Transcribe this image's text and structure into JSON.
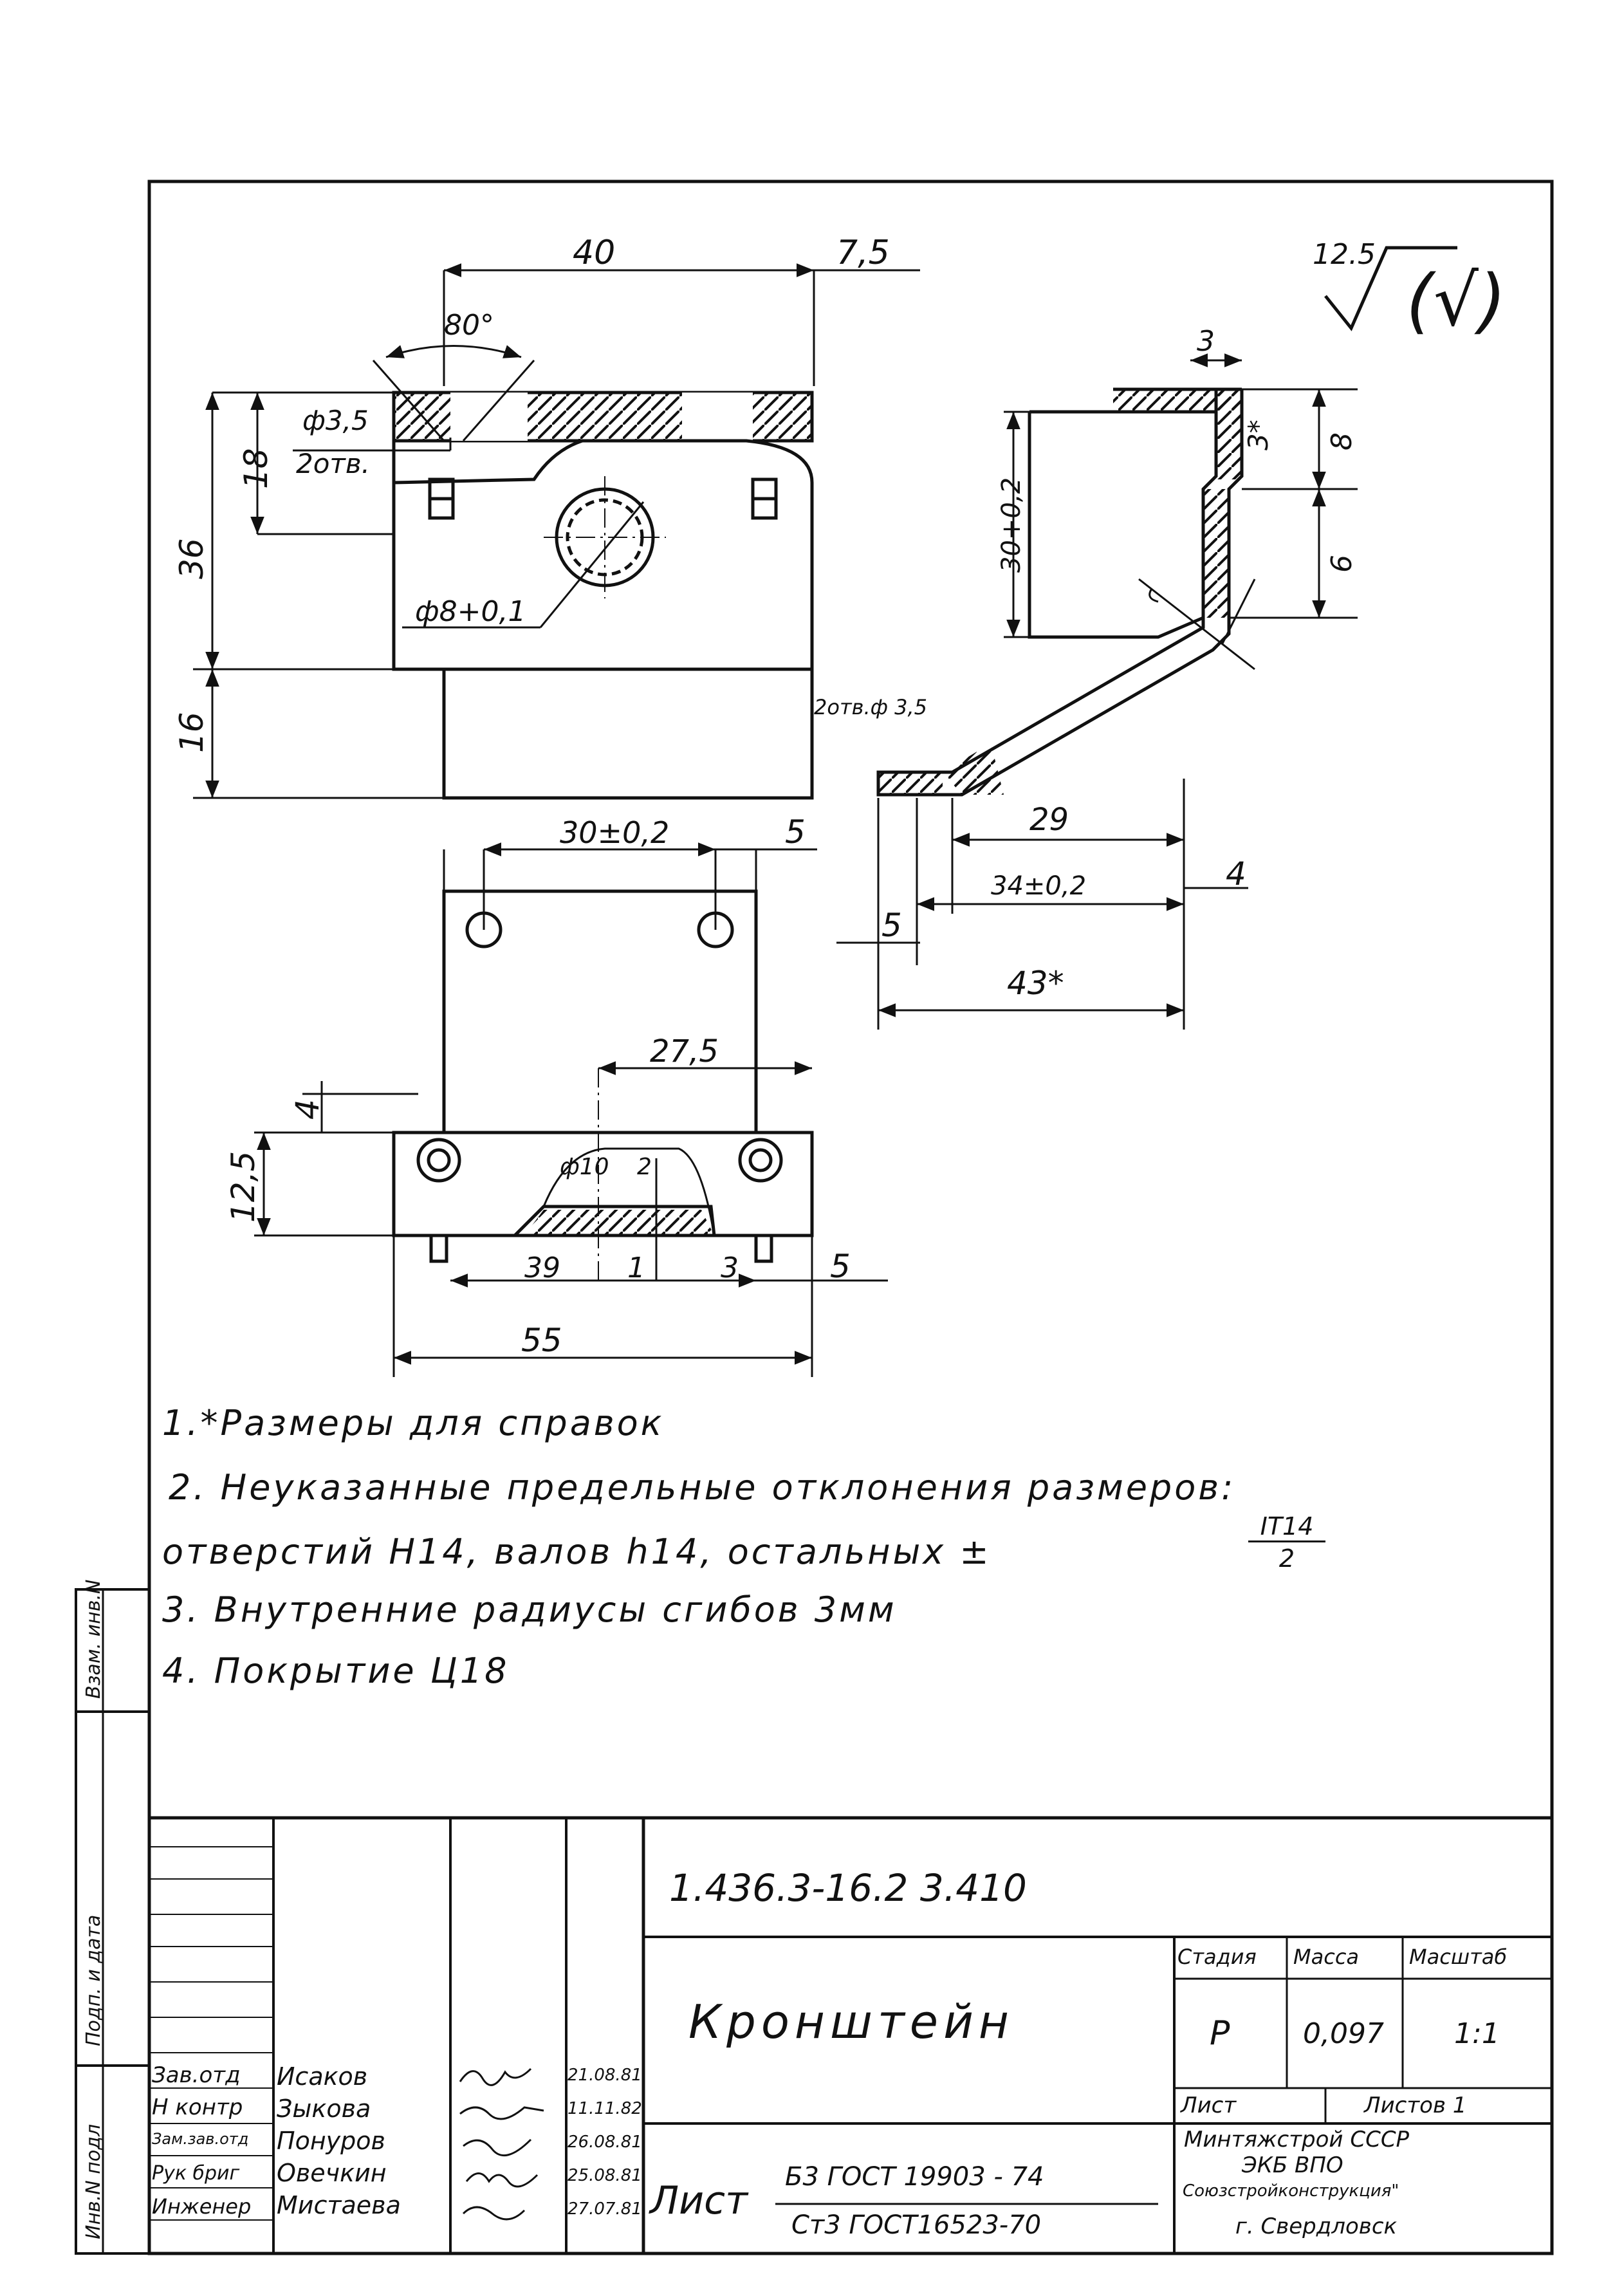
{
  "roughness": {
    "value": "12.5",
    "general": "(√)"
  },
  "dims": {
    "d40": "40",
    "d7_5": "7,5",
    "d80": "80°",
    "hole35": "ф3,5",
    "holes2": "2отв.",
    "d18": "18",
    "d36": "36",
    "d16": "16",
    "d8": "ф8+0,1",
    "d3": "3",
    "d3s": "3*",
    "d8v": "8",
    "d6": "6",
    "d30": "30+0,2",
    "holesSide": "2отв.ф 3,5",
    "d29": "29",
    "d34": "34±0,2",
    "d4a": "4",
    "d5a": "5",
    "d43": "43*",
    "d30b": "30±0,2",
    "d5b": "5",
    "d27_5": "27,5",
    "d4b": "4",
    "d12_5": "12,5",
    "d10": "ф10",
    "d2": "2",
    "d39": "39",
    "d1": "1",
    "d3b": "3",
    "d5c": "5",
    "d55": "55"
  },
  "notes": {
    "n1": "1.*Размеры для справок",
    "n2": "2. Неуказанные предельные отклонения размеров:",
    "n2b": "отверстий    H14, валов h14, остальных ±",
    "frac_num": "IT14",
    "frac_den": "2",
    "n3": "3. Внутренние радиусы сгибов 3мм",
    "n4": "4. Покрытие Ц18"
  },
  "side": {
    "inv": "Инв.N подл",
    "podp": "Подп. и дата",
    "vzam": "Взам. инв.N"
  },
  "titleblock": {
    "code": "1.436.3-16.2 3.410",
    "name": "Кронштейн",
    "stage_h": "Стадия",
    "mass_h": "Масса",
    "scale_h": "Масштаб",
    "stage": "Р",
    "mass": "0,097",
    "scale": "1:1",
    "sheet": "Лист",
    "sheets": "Листов 1",
    "mat_label": "Лист",
    "mat_num": "Б3 ГОСТ 19903 - 74",
    "mat_den": "Ст3 ГОСТ16523-70",
    "org1": "Минтяжстрой СССР",
    "org2": "ЭКБ ВПО",
    "org3": "Союзстройконструкция\"",
    "org4": "г. Свердловск",
    "roles": [
      "Зав.отд",
      "Н контр",
      "Зам.зав.отд",
      "Рук бриг",
      "Инженер"
    ],
    "people": [
      "Исаков",
      "Зыкова",
      "Понуров",
      "Овечкин",
      "Мистаева"
    ],
    "dates": [
      "21.08.81",
      "11.11.82",
      "26.08.81",
      "25.08.81",
      "27.07.81"
    ]
  }
}
